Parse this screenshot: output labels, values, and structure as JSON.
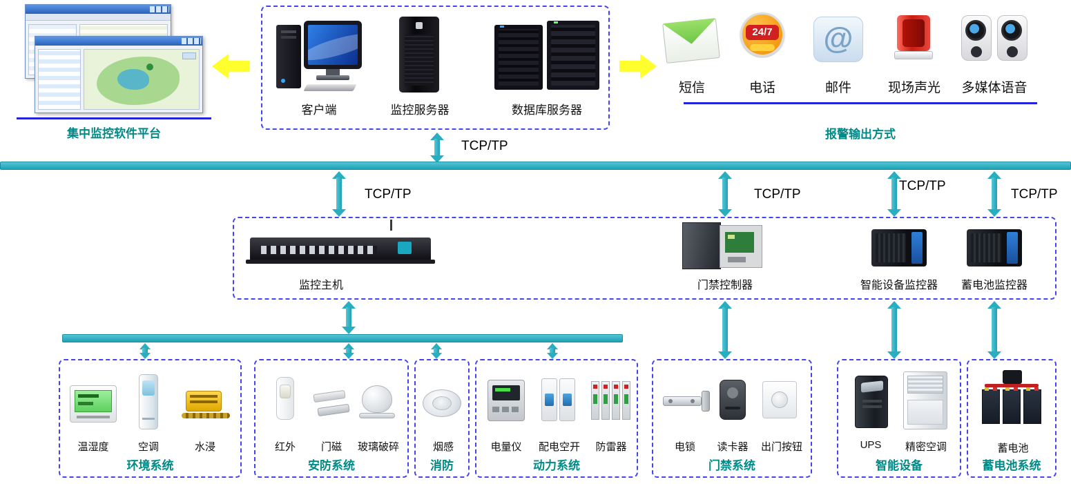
{
  "platform": {
    "label": "集中监控软件平台"
  },
  "server_group": {
    "items": [
      {
        "label": "客户端"
      },
      {
        "label": "监控服务器"
      },
      {
        "label": "数据库服务器"
      }
    ]
  },
  "alarm": {
    "title": "报警输出方式",
    "items": [
      {
        "label": "短信"
      },
      {
        "label": "电话",
        "badge": "24/7"
      },
      {
        "label": "邮件",
        "glyph": "@"
      },
      {
        "label": "现场声光"
      },
      {
        "label": "多媒体语音"
      }
    ]
  },
  "network": {
    "top_label": "TCP/TP",
    "mid_labels": [
      "TCP/TP",
      "TCP/TP",
      "TCP/TP",
      "TCP/TP"
    ]
  },
  "controllers": {
    "items": [
      {
        "label": "监控主机"
      },
      {
        "label": "门禁控制器"
      },
      {
        "label": "智能设备监控器"
      },
      {
        "label": "蓄电池监控器"
      }
    ]
  },
  "subsystems": [
    {
      "title": "环境系统",
      "devices": [
        "温湿度",
        "空调",
        "水浸"
      ]
    },
    {
      "title": "安防系统",
      "devices": [
        "红外",
        "门磁",
        "玻璃破碎"
      ]
    },
    {
      "title": "消防",
      "devices": [
        "烟感"
      ]
    },
    {
      "title": "动力系统",
      "devices": [
        "电量仪",
        "配电空开",
        "防雷器"
      ]
    },
    {
      "title": "门禁系统",
      "devices": [
        "电锁",
        "读卡器",
        "出门按钮"
      ]
    },
    {
      "title": "智能设备",
      "devices": [
        "UPS",
        "精密空调"
      ]
    },
    {
      "title": "蓄电池系统",
      "devices": [
        "蓄电池"
      ]
    }
  ],
  "colors": {
    "bus_teal": "#2fb3c4",
    "dashed_border_blue": "#4444ee",
    "title_teal": "#008a87",
    "arrow_yellow": "#ffff2e",
    "underline_blue": "#2323dd"
  }
}
